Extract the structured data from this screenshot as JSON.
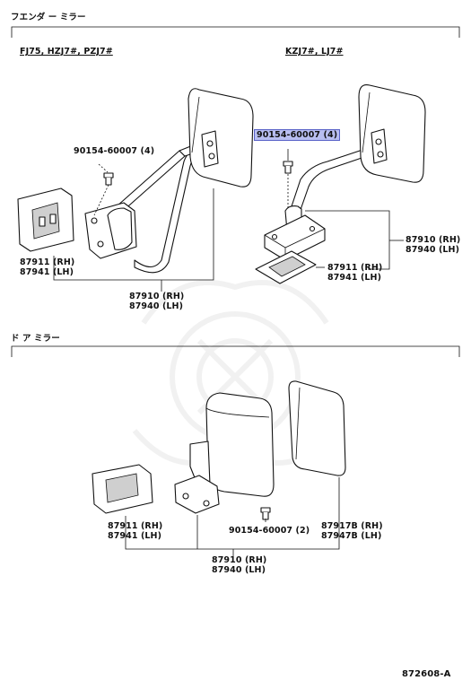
{
  "sections": {
    "fender_mirror": {
      "title": "フエンダ ー ミラー",
      "left_group": "FJ75, HZJ7#, PZJ7#",
      "right_group": "KZJ7#, LJ7#",
      "labels": {
        "bolt_left": "90154-60007 (4)",
        "bolt_right": "90154-60007 (4)",
        "pad_left_rh": "87911 (RH)",
        "pad_left_lh": "87941 (LH)",
        "mirror_left_rh": "87910 (RH)",
        "mirror_left_lh": "87940 (LH)",
        "mirror_right_rh": "87910 (RH)",
        "mirror_right_lh": "87940 (LH)",
        "pad_right_rh": "87911 (RH)",
        "pad_right_lh": "87941 (LH)"
      }
    },
    "door_mirror": {
      "title": "ド ア ミラー",
      "labels": {
        "pad_rh": "87911 (RH)",
        "pad_lh": "87941 (LH)",
        "bolt": "90154-60007 (2)",
        "glass_rh": "87917B (RH)",
        "glass_lh": "87947B (LH)",
        "mirror_rh": "87910 (RH)",
        "mirror_lh": "87940 (LH)"
      }
    }
  },
  "diagram_id": "872608-A",
  "highlight_color": "#b8bef0"
}
